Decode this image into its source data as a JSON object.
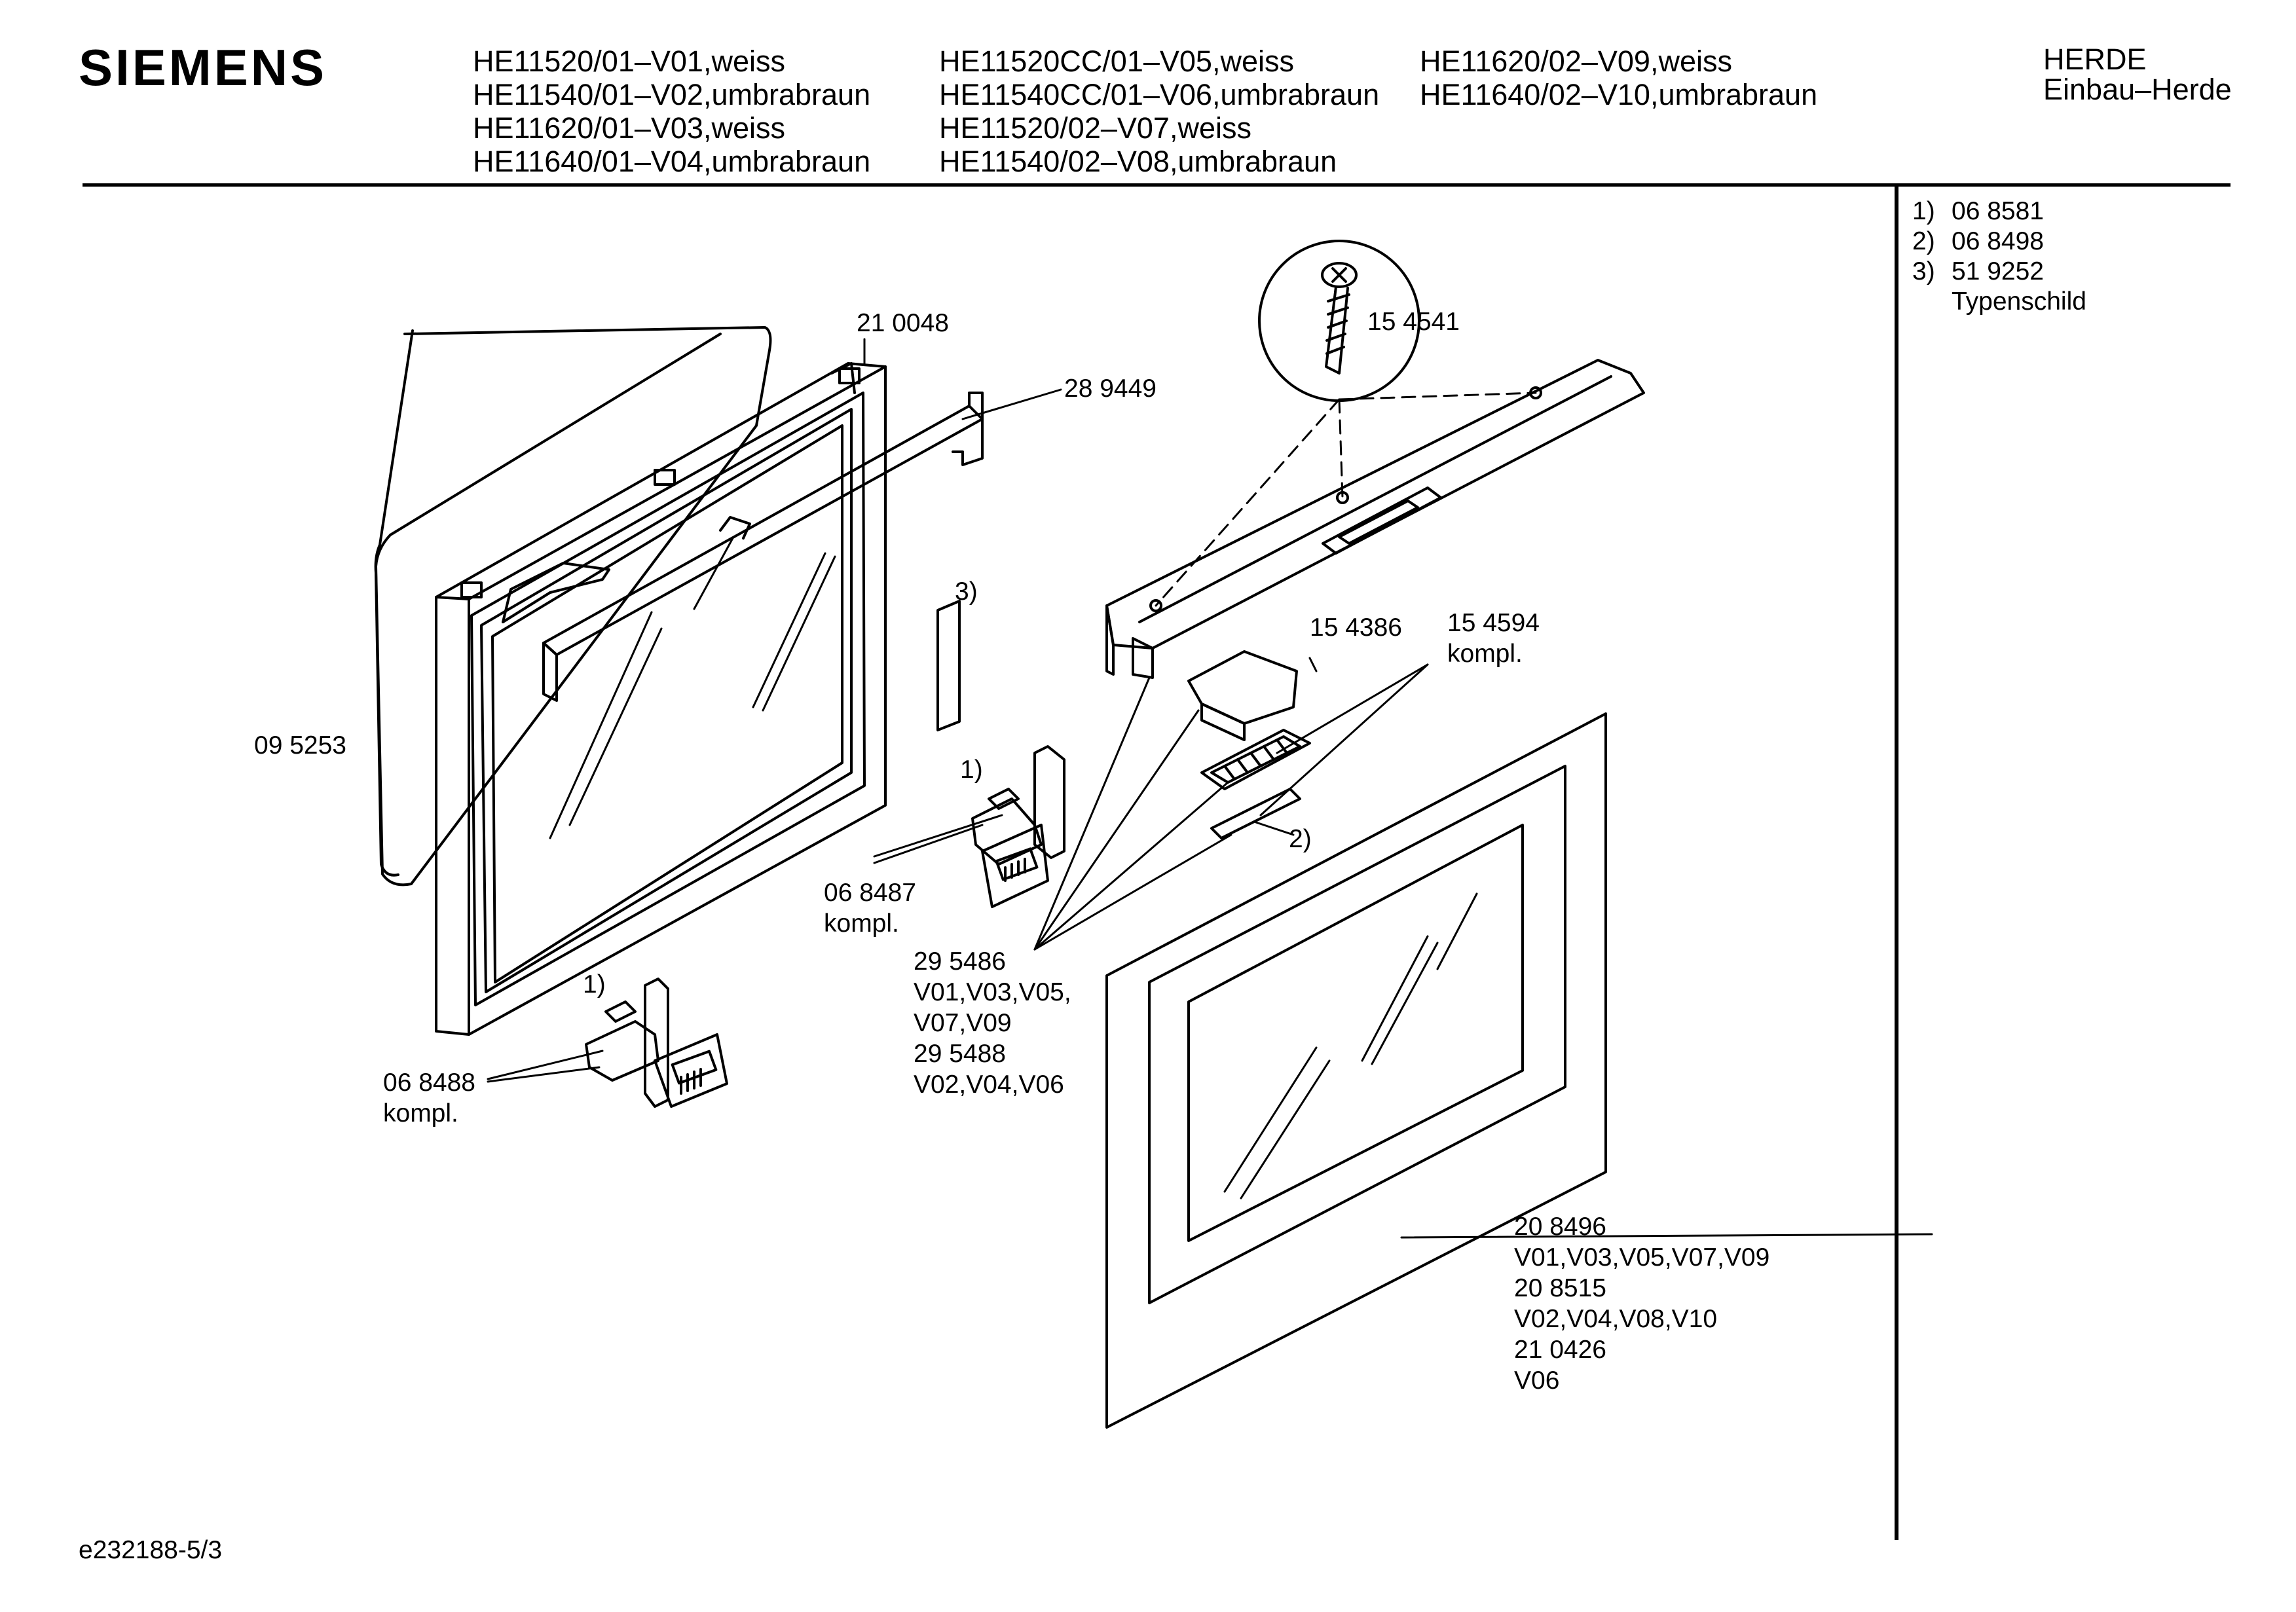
{
  "header": {
    "brand": "SIEMENS",
    "models": [
      [
        "HE11520/01–V01,weiss",
        "HE11540/01–V02,umbrabraun",
        "HE11620/01–V03,weiss",
        "HE11640/01–V04,umbrabraun"
      ],
      [
        "HE11520CC/01–V05,weiss",
        "HE11540CC/01–V06,umbrabraun",
        "HE11520/02–V07,weiss",
        "HE11540/02–V08,umbrabraun"
      ],
      [
        "HE11620/02–V09,weiss",
        "HE11640/02–V10,umbrabraun"
      ]
    ],
    "category": [
      "HERDE",
      "Einbau–Herde"
    ]
  },
  "legend": [
    {
      "num": "1)",
      "code": "06 8581"
    },
    {
      "num": "2)",
      "code": "06 8498"
    },
    {
      "num": "3)",
      "code": "51 9252"
    }
  ],
  "legend_note": "Typenschild",
  "callouts": {
    "c210048": [
      "21 0048"
    ],
    "c289449": [
      "28 9449"
    ],
    "c154541": [
      "15 4541"
    ],
    "c3": [
      "3)"
    ],
    "c154386": [
      "15 4386"
    ],
    "c154594": [
      "15 4594",
      "kompl."
    ],
    "c095253": [
      "09 5253"
    ],
    "c1a": [
      "1)"
    ],
    "c068487": [
      "06 8487",
      "kompl."
    ],
    "c2": [
      "2)"
    ],
    "c295486": [
      "29 5486",
      "V01,V03,V05,",
      "V07,V09",
      "29 5488",
      "V02,V04,V06"
    ],
    "c1b": [
      "1)"
    ],
    "c068488": [
      "06 8488",
      "kompl."
    ],
    "c208496": [
      "20 8496",
      "V01,V03,V05,V07,V09",
      "20 8515",
      "V02,V04,V08,V10",
      "21 0426",
      "V06"
    ]
  },
  "doc_id": "e232188-5/3"
}
